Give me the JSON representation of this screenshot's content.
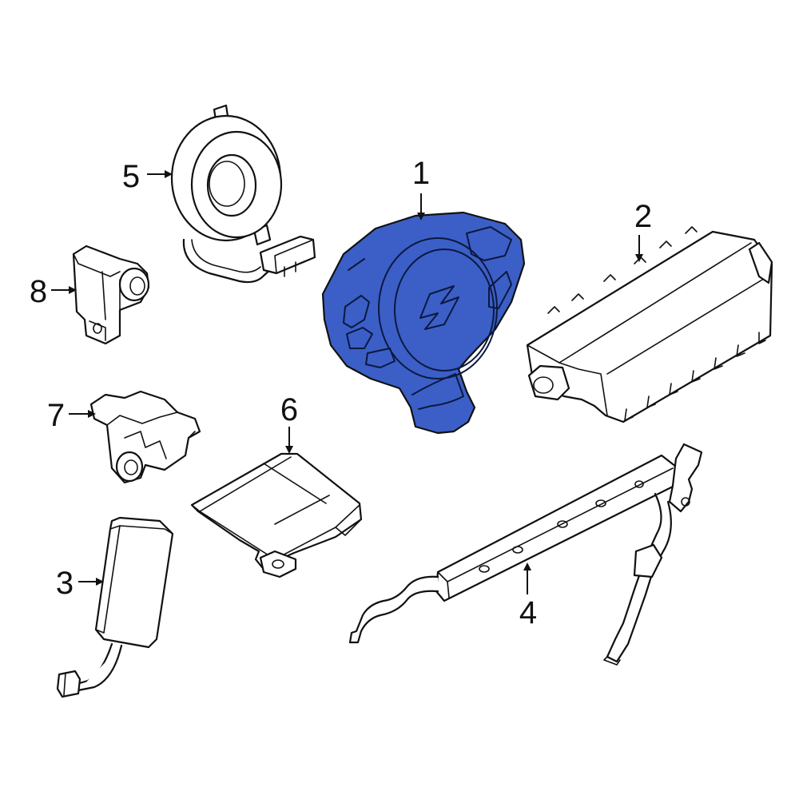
{
  "colors": {
    "highlight": "#3b5fc6",
    "line": "#111111",
    "background": "#ffffff"
  },
  "callouts": [
    {
      "label": "1"
    },
    {
      "label": "2"
    },
    {
      "label": "3"
    },
    {
      "label": "4"
    },
    {
      "label": "5"
    },
    {
      "label": "6"
    },
    {
      "label": "7"
    },
    {
      "label": "8"
    }
  ]
}
